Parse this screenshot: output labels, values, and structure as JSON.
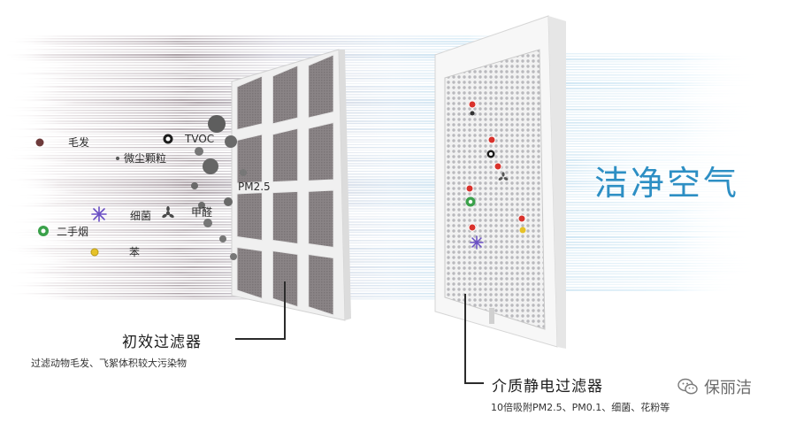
{
  "particles": {
    "hair": "毛发",
    "tvoc": "TVOC",
    "dust": "微尘颗粒",
    "pm25": "PM2.5",
    "bacteria": "细菌",
    "formaldehyde": "甲醛",
    "smoke": "二手烟",
    "benzene": "苯"
  },
  "primary_filter": {
    "title": "初效过滤器",
    "description": "过滤动物毛发、飞絮体积较大污染物"
  },
  "electrostatic_filter": {
    "title": "介质静电过滤器",
    "description": "10倍吸附PM2.5、PM0.1、细菌、花粉等"
  },
  "clean_air": "洁净空气",
  "watermark": "保丽洁",
  "colors": {
    "clean_air_text": "#2d8fc4",
    "hair_dot": "#6e3b3b",
    "smoke_dot": "#3aa14a",
    "benzene_dot": "#e6c229",
    "bacteria": "#6a4fc4",
    "red_marker": "#d9322c"
  },
  "icons": [
    "hair-dot-icon",
    "tvoc-ring-icon",
    "dust-dot-icon",
    "bacteria-icon",
    "formaldehyde-icon",
    "smoke-dot-icon",
    "benzene-dot-icon",
    "wechat-icon"
  ]
}
